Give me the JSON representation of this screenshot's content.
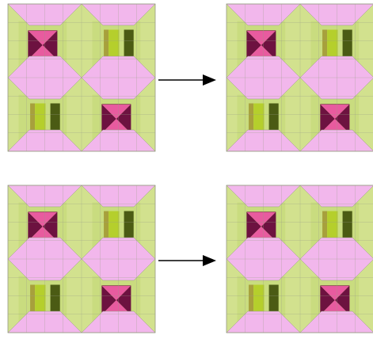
{
  "colors": {
    "green_background": "#d2e18e",
    "green_block_light": "#c9dc7f",
    "pink_light": "#f2b7ec",
    "pink_dark_segment": "#e98fd7",
    "pink_hot": "#e85b9f",
    "wine_dark": "#6d1240",
    "stripe_olive": "#a7a03c",
    "stripe_lime": "#b5cf2c",
    "stripe_dark_green": "#4b5b14",
    "grid_line": "#9a9e88",
    "arrow": "#000000",
    "page_background": "#ffffff"
  },
  "diagram": {
    "rows": [
      {
        "name": "row-top",
        "before": [
          "bowtie",
          "stripes",
          "stripes",
          "bowtie"
        ],
        "after": [
          "bowtie",
          "stripes",
          "stripes",
          "bowtie"
        ],
        "arrow_icon": "right-arrow-icon"
      },
      {
        "name": "row-bottom",
        "before": [
          "bowtie",
          "stripes",
          "stripes",
          "bowtie"
        ],
        "after": [
          "bowtie",
          "stripes",
          "stripes",
          "bowtie"
        ],
        "arrow_icon": "right-arrow-icon"
      }
    ],
    "block_motifs": [
      "bowtie",
      "stripes"
    ],
    "grid_divisions_per_block": 4
  }
}
